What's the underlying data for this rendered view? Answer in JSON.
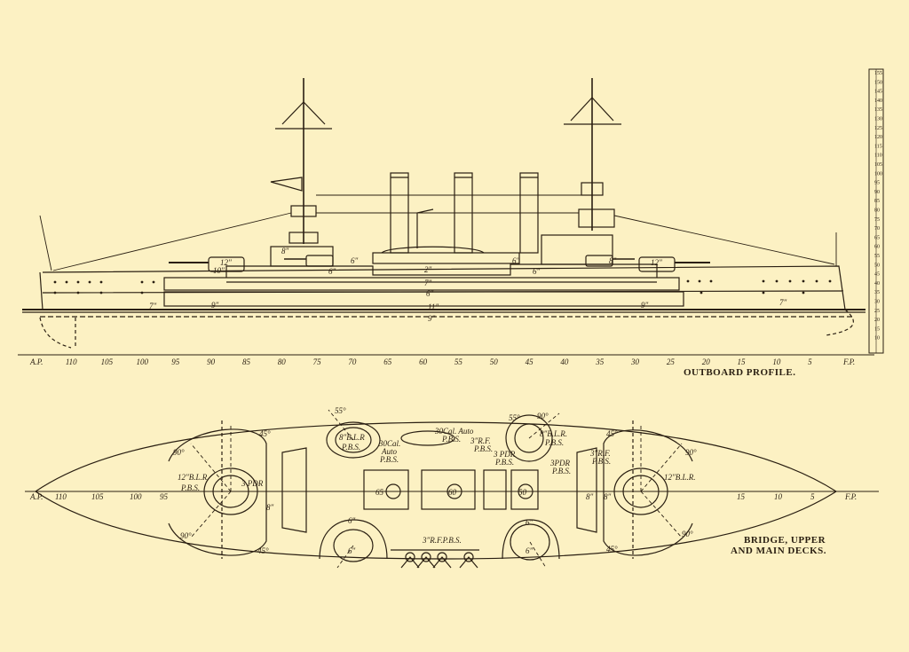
{
  "colors": {
    "paper": "#fcf1c3",
    "ink": "#2a1f12"
  },
  "profile": {
    "caption": "OUTBOARD PROFILE.",
    "stations": [
      "A.P.",
      "110",
      "105",
      "100",
      "95",
      "90",
      "85",
      "80",
      "75",
      "70",
      "65",
      "60",
      "55",
      "50",
      "45",
      "40",
      "35",
      "30",
      "25",
      "20",
      "15",
      "10",
      "5",
      "F.P."
    ],
    "vertical_scale": [
      "155",
      "150",
      "145",
      "140",
      "135",
      "130",
      "125",
      "120",
      "115",
      "110",
      "105",
      "100",
      "95",
      "90",
      "85",
      "80",
      "75",
      "70",
      "65",
      "60",
      "55",
      "50",
      "45",
      "40",
      "35",
      "30",
      "25",
      "20",
      "15",
      "10"
    ],
    "labels": {
      "gun_12_aft": "12\"",
      "gun_12_fwd": "12\"",
      "gun_8_aft": "8\"",
      "gun_8_fwd": "8\"",
      "gun_6_a": "6\"",
      "gun_6_b": "6\"",
      "gun_6_c": "6\"",
      "gun_6_d": "6\"",
      "gun_2": "2\"",
      "armor_7": "7\"",
      "armor_6": "6\"",
      "armor_9a": "9\"",
      "armor_9b": "9\"",
      "armor_11": "11\"",
      "armor_9c": "9\"",
      "armor_10": "10\"",
      "armor_7a": "7\"",
      "armor_7b": "7\""
    }
  },
  "plan": {
    "caption_line1": "BRIDGE, UPPER",
    "caption_line2": "AND MAIN DECKS.",
    "stations": [
      "A.P.",
      "110",
      "105",
      "100",
      "95",
      "15",
      "10",
      "5",
      "F.P."
    ],
    "labels": {
      "l_12bla_aft": "12\"B.L.R.",
      "l_3pdr_aft": "3 PDR",
      "l_pbs": "P.B.S.",
      "l_8bla_aft": "8\"B.L.R",
      "l_8bla_aft_pbs": "P.B.S.",
      "l_30cal_a": "30Cal.",
      "l_auto_a": "Auto",
      "l_pbs_a": "P.B.S.",
      "l_30cal_b": "30Cal. Auto",
      "l_pbs_b": "P.B.S.",
      "l_3rf_a": "3\"R.F.",
      "l_pbs_c": "P.B.S.",
      "l_8bla_fwd": "8\"B.L.R.",
      "l_8bla_fwd_pbs": "P.B.S.",
      "l_3pdr_b": "3 PDR",
      "l_pbs_d": "P.B.S.",
      "l_3pdr_c": "3PDR",
      "l_pbs_e": "P.B.S.",
      "l_3rf_b": "3\"R.F.",
      "l_pbs_f": "P.B.S.",
      "l_12bla_fwd": "12\"B.L.R.",
      "l_6_a": "6\"",
      "l_6_b": "6\"",
      "l_6_c": "6\"",
      "l_6_d": "6\"",
      "l_3rf_pbs": "3\"R.F.P.B.S.",
      "l_45_a": "45°",
      "l_45_b": "45°",
      "l_45_c": "45°",
      "l_45_d": "45°",
      "l_90_a": "90°",
      "l_90_b": "90°",
      "l_90_c": "90°",
      "l_90_d": "90°",
      "l_55_a": "55°",
      "l_55_b": "55°",
      "l_90_e": "90°",
      "l_8_a": "8\"",
      "l_8_b": "8\"",
      "l_8_c": "8\"",
      "l_65": "65",
      "l_60": "60",
      "l_50": "50"
    }
  }
}
